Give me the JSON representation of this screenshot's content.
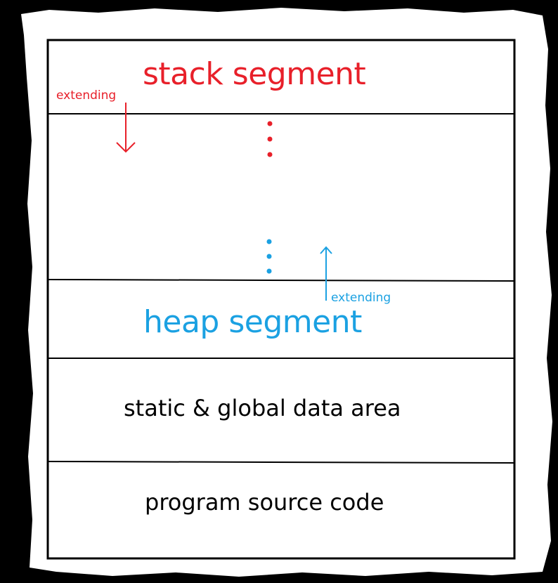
{
  "diagram": {
    "segments": {
      "stack": {
        "label": "stack segment"
      },
      "heap": {
        "label": "heap segment"
      },
      "static": {
        "label": "static & global data area"
      },
      "code": {
        "label": "program source code"
      }
    },
    "annotations": {
      "stack_growth": "extending",
      "heap_growth": "extending"
    },
    "colors": {
      "stack": "#e8202a",
      "heap": "#1ba1e2",
      "ink": "#000000",
      "paper": "#ffffff",
      "background": "#000000"
    }
  }
}
